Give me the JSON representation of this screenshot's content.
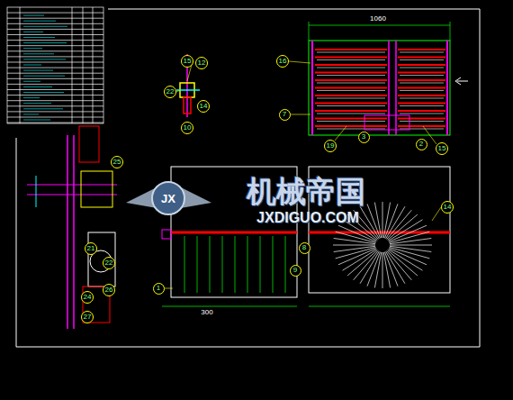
{
  "diagram": {
    "nodes": [
      {
        "text": [
          "15"
        ]
      },
      {
        "text": [
          "12"
        ]
      },
      {
        "text": [
          "22"
        ]
      },
      {
        "text": [
          "14"
        ]
      },
      {
        "text": [
          "10"
        ]
      },
      {
        "text": [
          "16"
        ]
      },
      {
        "text": [
          "7"
        ]
      },
      {
        "text": [
          "19"
        ]
      },
      {
        "text": [
          "3"
        ]
      },
      {
        "text": [
          "2"
        ]
      },
      {
        "text": [
          "15"
        ]
      },
      {
        "text": [
          "25"
        ]
      },
      {
        "text": [
          "21"
        ]
      },
      {
        "text": [
          "22"
        ]
      },
      {
        "text": [
          "26"
        ]
      },
      {
        "text": [
          "24"
        ]
      },
      {
        "text": [
          "27"
        ]
      },
      {
        "text": [
          "1"
        ]
      },
      {
        "text": [
          "8"
        ]
      },
      {
        "text": [
          "9"
        ]
      },
      {
        "text": [
          "14"
        ]
      }
    ],
    "labels": [
      "1060",
      "300",
      "机械帝国",
      "JXDIGUO.COM",
      "JX"
    ]
  }
}
